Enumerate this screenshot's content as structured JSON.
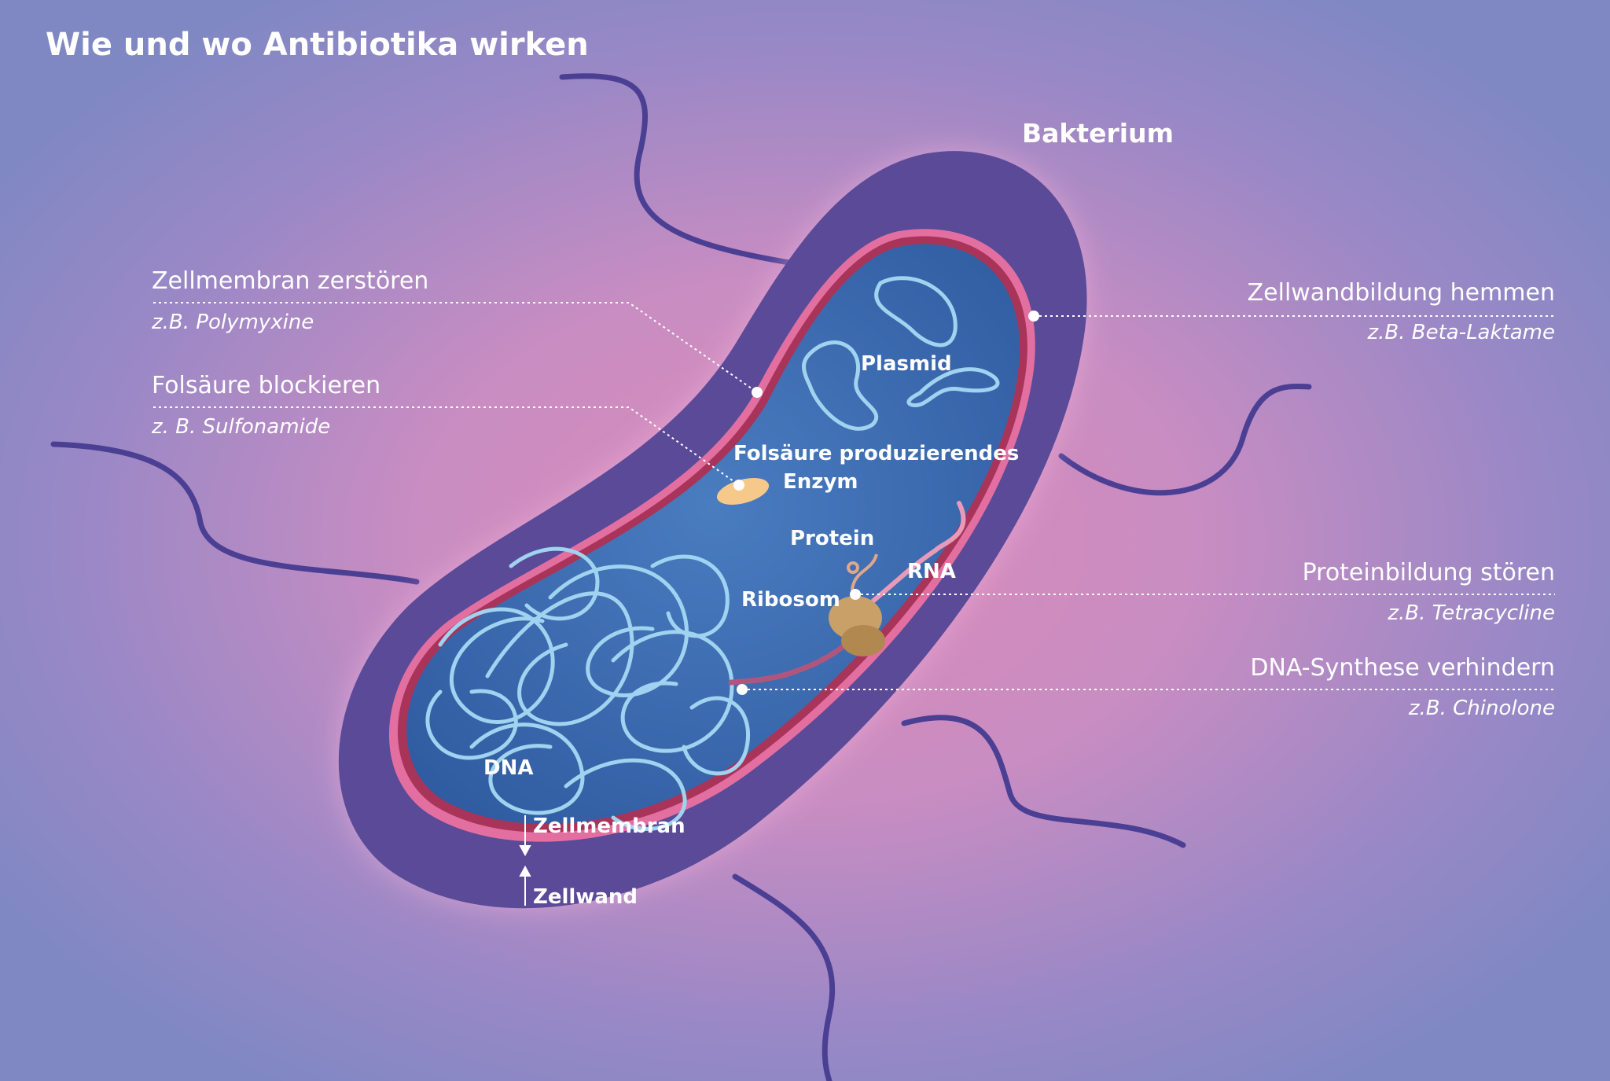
{
  "title": "Wie und wo Antibiotika wirken",
  "labels": {
    "bakterium": "Bakterium",
    "plasmid": "Plasmid",
    "enzyme_line1": "Folsäure produzierendes",
    "enzyme_line2": "Enzym",
    "protein": "Protein",
    "rna": "RNA",
    "ribosome": "Ribosom",
    "dna": "DNA",
    "cell_membrane": "Zellmembran",
    "cell_wall": "Zellwand"
  },
  "actions": {
    "membrane": {
      "title": "Zellmembran zerstören",
      "example": "z.B. Polymyxine"
    },
    "folic": {
      "title": "Folsäure blockieren",
      "example": "z. B. Sulfonamide"
    },
    "cellwall": {
      "title": "Zellwandbildung hemmen",
      "example": "z.B. Beta-Laktame"
    },
    "protein": {
      "title": "Proteinbildung stören",
      "example": "z.B. Tetracycline"
    },
    "dna": {
      "title": "DNA-Synthese verhindern",
      "example": "z.B. Chinolone"
    }
  },
  "colors": {
    "cell_wall": "#5a4a98",
    "membrane": "#e26fa0",
    "cytoplasm": "#3f6cb0",
    "dna": "#9fd3ef",
    "enzyme": "#f6c98a",
    "ribosome": "#c8a068"
  }
}
